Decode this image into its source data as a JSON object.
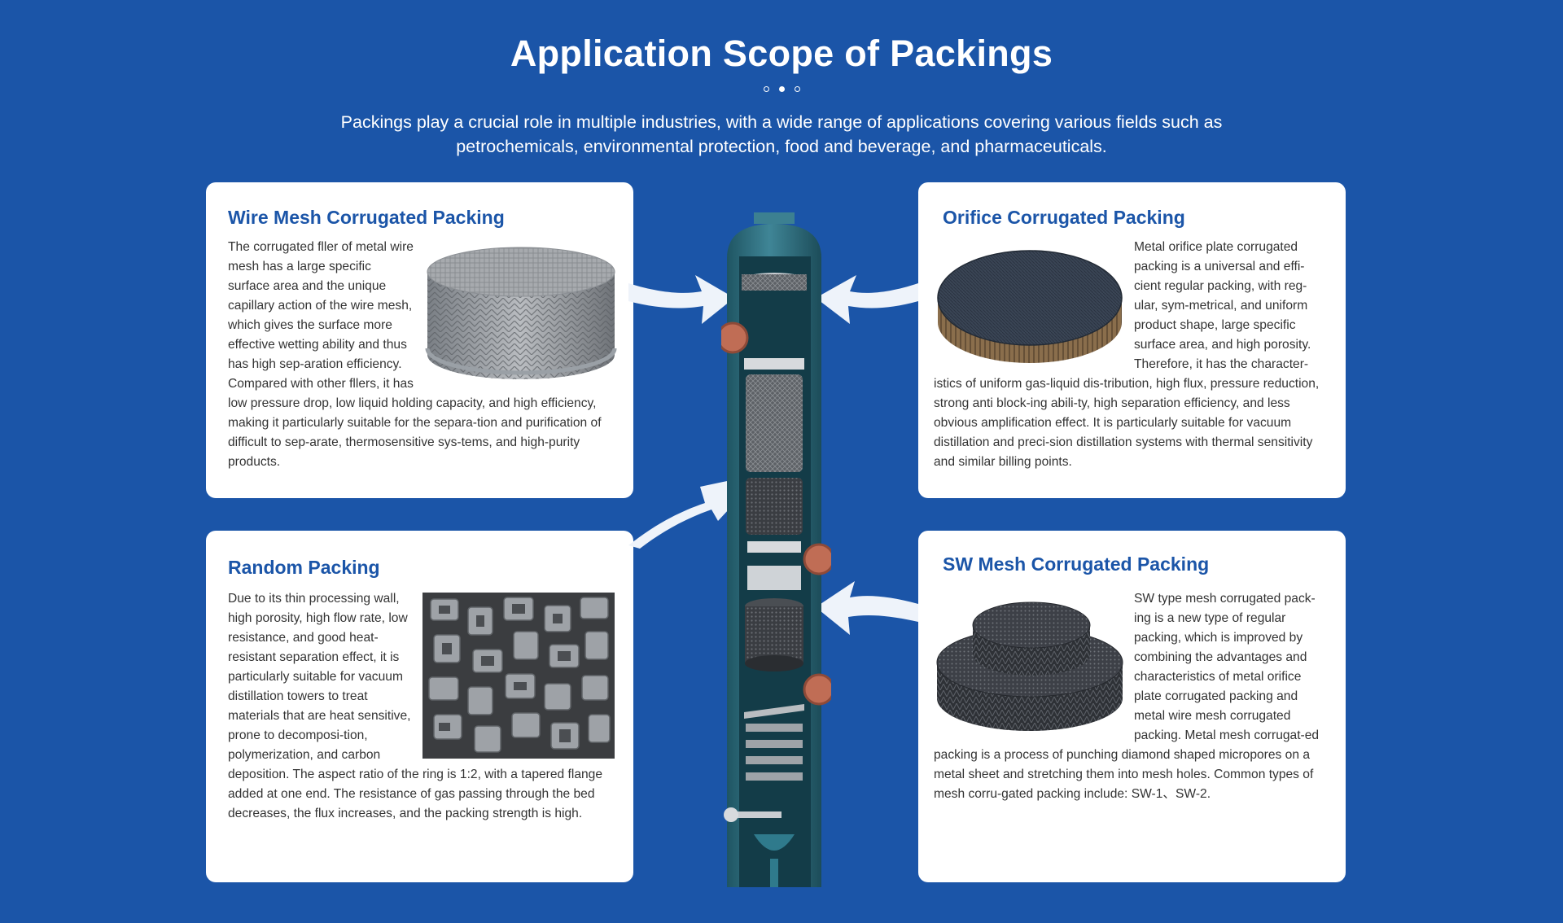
{
  "header": {
    "title": "Application Scope of Packings",
    "subtitle": "Packings play a crucial role in multiple industries, with a wide range of applications covering various fields such as petrochemicals, environmental protection, food and beverage, and pharmaceuticals."
  },
  "pager": {
    "count": 3,
    "active_index": 1
  },
  "cards": {
    "wire_mesh": {
      "title": "Wire Mesh Corrugated Packing",
      "text": "The corrugated fller of metal wire mesh has a large specific surface area and the unique capillary action of the wire mesh, which gives the surface more effective wetting ability and thus has high sep-aration efficiency. Compared with other fllers, it has low pressure drop, low liquid holding capacity, and high efficiency, making it particularly suitable for the separa-tion and purification of difficult to sep-arate, thermosensitive sys-tems, and high-purity products."
    },
    "orifice": {
      "title": "Orifice Corrugated Packing",
      "text": "Metal orifice plate corrugated packing is a universal and effi-cient regular packing, with reg-ular, sym-metrical, and uniform product shape, large specific surface area, and high porosity. Therefore, it has the character-istics of uniform gas-liquid dis-tribution, high flux, pressure reduction, strong anti block-ing abili-ty, high separation efficiency, and less obvious amplification effect. It is particularly suitable for vacuum distillation and preci-sion distillation systems with thermal sensitivity and similar billing points."
    },
    "random": {
      "title": "Random Packing",
      "text": "Due to its thin processing wall, high porosity, high flow rate, low resistance, and good heat-resistant separation effect, it is particularly suitable for vacuum distillation towers to treat materials that are heat sensitive, prone to decomposi-tion, polymerization, and carbon deposition. The aspect ratio of the ring is 1:2, with a tapered flange added at one end. The resistance of gas passing through the bed decreases, the flux increases, and the packing strength is high."
    },
    "sw_mesh": {
      "title": "SW Mesh Corrugated Packing",
      "text": "SW type mesh corrugated pack-ing is a new type of regular packing, which is improved by combining the advantages and characteristics of metal orifice plate corrugated packing and metal wire mesh corrugated packing. Metal mesh corrugat-ed packing is a process of punching diamond shaped micropores on a metal sheet and stretching them into mesh holes. Common types of mesh corru-gated packing include: SW-1、SW-2."
    }
  },
  "colors": {
    "background": "#1b55a8",
    "card_background": "#ffffff",
    "card_title": "#1b55a8",
    "tower_body": "#2e6d7e",
    "arrow": "#eef3fa"
  },
  "icons": {
    "arrows": "curved-arrow-icon",
    "tower": "distillation-column-illustration"
  }
}
